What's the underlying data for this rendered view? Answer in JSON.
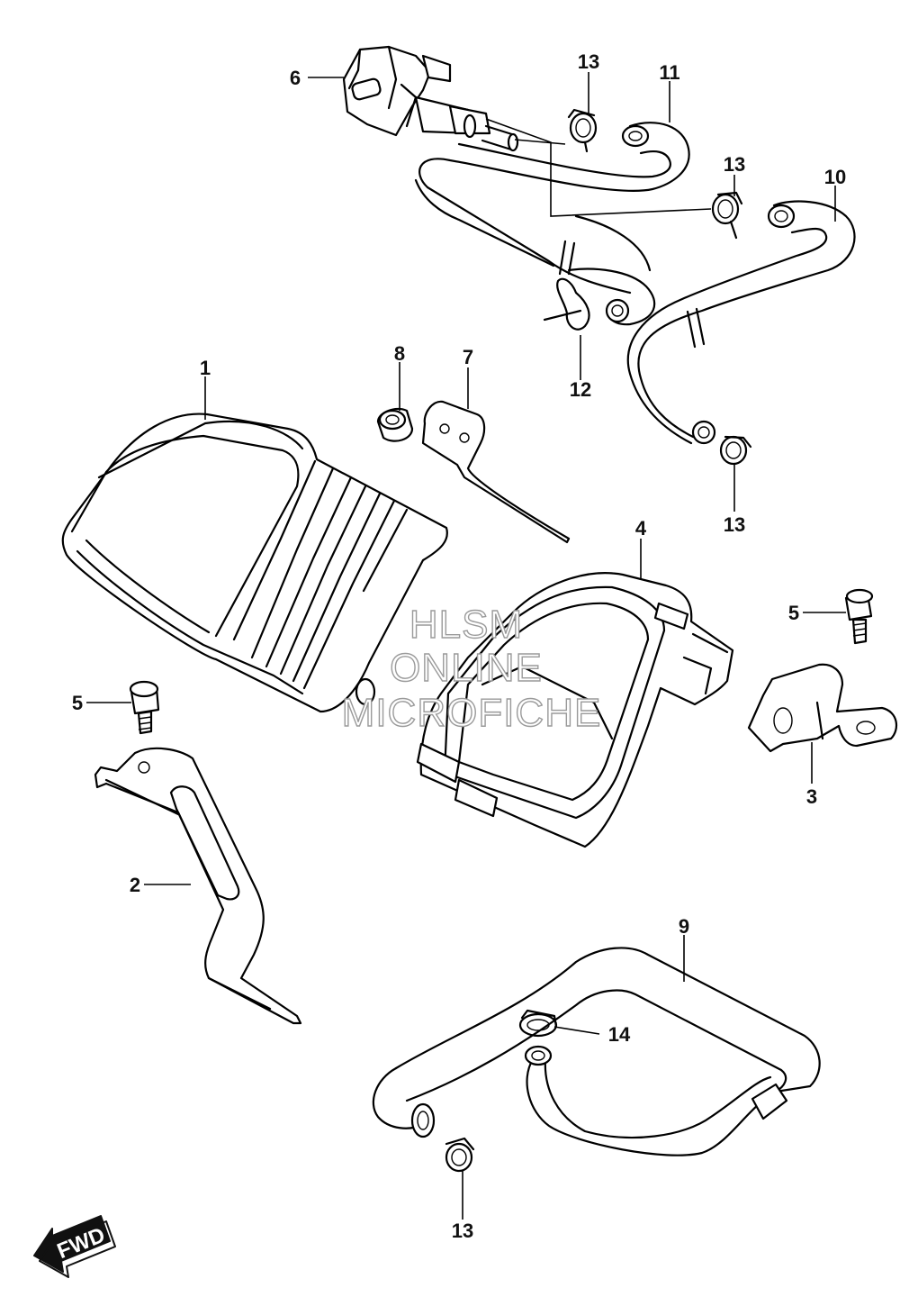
{
  "callouts": {
    "c1": "1",
    "c2": "2",
    "c3": "3",
    "c4": "4",
    "c5a": "5",
    "c5b": "5",
    "c6": "6",
    "c7": "7",
    "c8": "8",
    "c9": "9",
    "c10": "10",
    "c11": "11",
    "c12": "12",
    "c13a": "13",
    "c13b": "13",
    "c13c": "13",
    "c13d": "13",
    "c14": "14"
  },
  "watermark": {
    "line1": "HLSM",
    "line2": "ONLINE",
    "line3": "MICROFICHE"
  },
  "fwd": {
    "label": "FWD"
  }
}
